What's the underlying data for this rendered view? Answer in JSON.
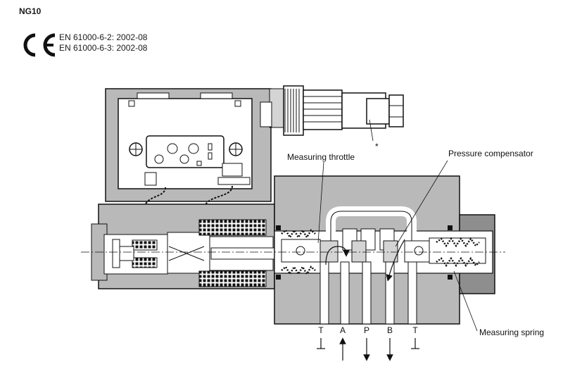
{
  "header": {
    "model": "NG10",
    "standards": [
      "EN 61000-6-2: 2002-08",
      "EN 61000-6-3: 2002-08"
    ]
  },
  "diagram": {
    "callouts": {
      "measuring_throttle": "Measuring throttle",
      "pressure_compensator": "Pressure compensator",
      "measuring_spring": "Measuring spring",
      "asterisk": "*"
    },
    "ports": [
      "T",
      "A",
      "P",
      "B",
      "T"
    ]
  },
  "icons": {
    "ce_mark": "ce-mark-icon"
  },
  "colors": {
    "body_gray": "#b9b9b9",
    "dark_gray": "#8e8e8e",
    "line": "#111111"
  }
}
